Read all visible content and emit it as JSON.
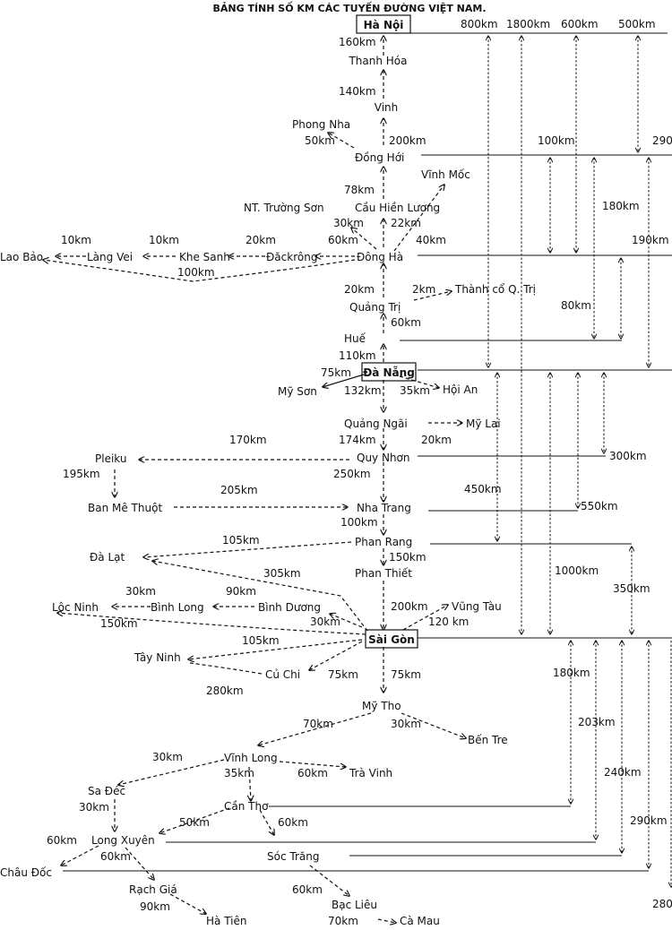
{
  "title": "BẢNG TÍNH SỐ KM CÁC TUYẾN ĐƯỜNG VIỆT NAM.",
  "colors": {
    "ink": "#111111",
    "background": "#ffffff"
  },
  "cities": {
    "ha_noi": "Hà Nội",
    "thanh_hoa": "Thanh Hóa",
    "vinh": "Vinh",
    "phong_nha": "Phong Nha",
    "dong_hoi": "Đồng Hới",
    "vinh_moc": "Vĩnh Mốc",
    "nt_truong_son": "NT. Trường Sơn",
    "cau_hien_luong": "Cầu Hiền Lương",
    "dong_ha": "Đông Hà",
    "dackrong": "Đăckrông",
    "khe_sanh": "Khe Sanh",
    "lang_vei": "Làng Vei",
    "lao_bao": "Lao Bảo",
    "quang_tri": "Quảng Trị",
    "thanh_co_quang_tri": "Thành cổ Q. Trị",
    "hue": "Huế",
    "da_nang": "Đà Nẵng",
    "my_son": "Mỹ Sơn",
    "hoi_an": "Hội An",
    "quang_ngai": "Quảng Ngãi",
    "my_lai": "Mỹ Lai",
    "quy_nhon": "Quy Nhơn",
    "pleiku": "Pleiku",
    "ban_me_thuot": "Ban Mê Thuột",
    "nha_trang": "Nha Trang",
    "phan_rang": "Phan Rang",
    "da_lat": "Đà Lạt",
    "phan_thiet": "Phan Thiết",
    "loc_ninh": "Lộc Ninh",
    "binh_long": "Bình Long",
    "binh_duong": "Bình Dương",
    "vung_tau": "Vũng Tàu",
    "sai_gon": "Sài Gòn",
    "tay_ninh": "Tây Ninh",
    "cu_chi": "Củ Chi",
    "my_tho": "Mỹ Tho",
    "ben_tre": "Bến Tre",
    "vinh_long": "Vĩnh Long",
    "tra_vinh": "Trà Vinh",
    "sa_dec": "Sa Đéc",
    "can_tho": "Cần Thơ",
    "long_xuyen": "Long Xuyên",
    "soc_trang": "Sóc Trăng",
    "chau_doc": "Châu Đốc",
    "rach_gia": "Rạch Giá",
    "bac_lieu": "Bạc Liêu",
    "ha_tien": "Hà Tiên",
    "ca_mau": "Cà Mau"
  },
  "distances": {
    "hn_th": "160km",
    "th_vinh": "140km",
    "vinh_dh": "200km",
    "dh_pn": "50km",
    "dh_chl": "78km",
    "chl_dha": "22km",
    "dha_ntts": "30km",
    "dha_dack": "60km",
    "dha_vm": "40km",
    "dack_ks": "20km",
    "ks_lv": "10km",
    "lv_lb": "10km",
    "dha_lb": "100km",
    "dha_qt": "20km",
    "qt_tc": "2km",
    "qt_hue": "60km",
    "hue_dn": "110km",
    "dn_ms": "75km",
    "dn_qn": "132km",
    "dn_ha": "35km",
    "qng_ml": "20km",
    "qng_qnh": "174km",
    "qnh_pk": "170km",
    "pk_bmt": "195km",
    "qnh_nt": "250km",
    "bmt_nt": "205km",
    "nt_pr": "100km",
    "pr_dl": "105km",
    "pr_pt": "150km",
    "dl_sg": "305km",
    "pt_sg": "200km",
    "sg_vt": "120 km",
    "ln_bl": "30km",
    "bl_bd": "90km",
    "bd_sg": "30km",
    "sg_ln": "150km",
    "sg_tn": "105km",
    "sg_cc": "75km",
    "tn_cc": "280km",
    "sg_mt": "75km",
    "mt_vl": "70km",
    "mt_bt": "30km",
    "vl_sd": "30km",
    "vl_ct": "35km",
    "vl_tv": "60km",
    "sd_lx": "30km",
    "ct_lx": "50km",
    "ct_st": "60km",
    "lx_cd": "60km",
    "lx_rg": "60km",
    "rg_ht": "90km",
    "st_bl": "60km",
    "bl_cm": "70km"
  },
  "right_distances": {
    "hn_dn": "800km",
    "hn_sg": "1800km",
    "hn_dha": "600km",
    "hn_dh": "500km",
    "dh_dha": "100km",
    "dh_dn": "180km",
    "dh_x": "290",
    "dha_hue": "80km",
    "dha_dn": "190km",
    "dn_qn": "300km",
    "dn_nt": "550km",
    "dn_pr": "450km",
    "dn_sg": "1000km",
    "pr_sg": "350km",
    "sg_ct": "180km",
    "sg_lx": "203km",
    "sg_st": "240km",
    "sg_cd": "290km",
    "sg_cm": "280"
  }
}
